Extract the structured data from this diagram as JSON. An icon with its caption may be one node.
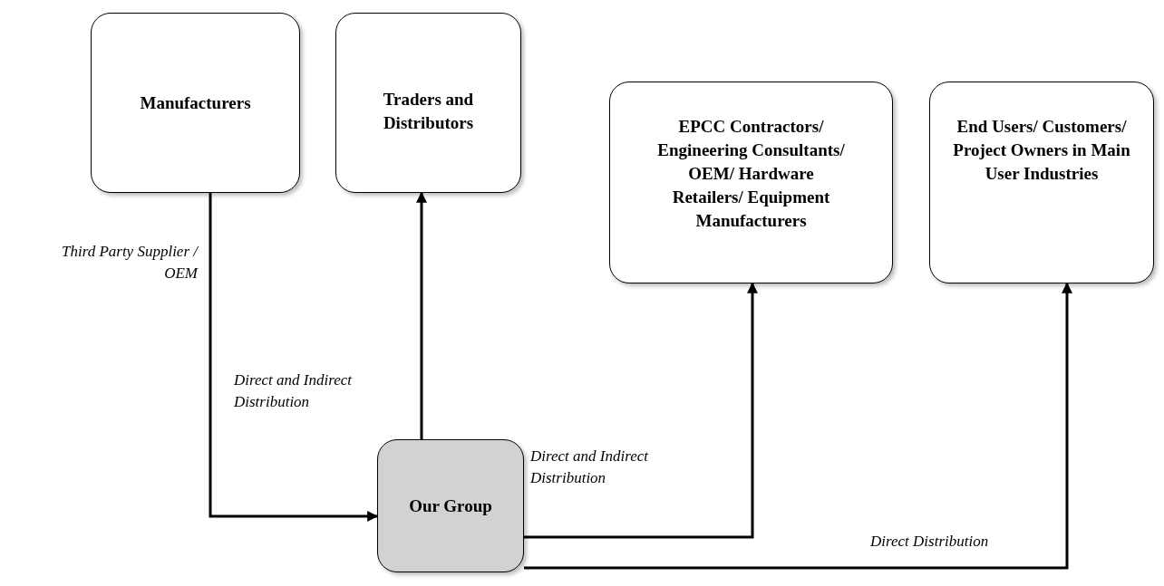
{
  "diagram": {
    "nodes": [
      {
        "text": [
          "Manufacturers"
        ]
      },
      {
        "text": [
          "Traders and Distributors"
        ]
      },
      {
        "text": [
          "EPCC Contractors/ Engineering Consultants/ OEM/ Hardware Retailers/ Equipment Manufacturers"
        ]
      },
      {
        "text": [
          "End Users/ Customers/ Project Owners in Main User Industries"
        ]
      },
      {
        "text": [
          "Our Group"
        ]
      }
    ],
    "edges": [
      {
        "from": 0,
        "to": 4,
        "arrow": "to",
        "label": "Third Party Supplier / OEM"
      },
      {
        "from": 4,
        "to": 1,
        "arrow": "to",
        "label": "Direct and Indirect Distribution"
      },
      {
        "from": 4,
        "to": 2,
        "arrow": "to",
        "label": "Direct and Indirect Distribution"
      },
      {
        "from": 4,
        "to": 3,
        "arrow": "to",
        "label": "Direct Distribution"
      }
    ]
  }
}
